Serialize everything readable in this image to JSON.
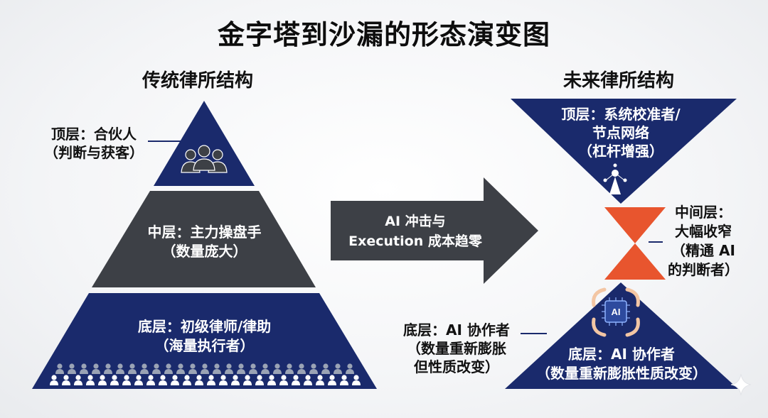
{
  "title": "金字塔到沙漏的形态演变图",
  "traditional": {
    "heading": "传统律所结构",
    "top_label": [
      "顶层：合伙人",
      "（判断与获客）"
    ],
    "middle_label": [
      "中层：主力操盘手",
      "（数量庞大）"
    ],
    "bottom_label": [
      "底层：初级律师/律助",
      "（海量执行者）"
    ],
    "icons": {
      "top": "people-group-icon",
      "bottom": "crowd-icon"
    }
  },
  "arrow": {
    "line1": "AI 冲击与",
    "line2": "Execution 成本趋零"
  },
  "future": {
    "heading": "未来律所结构",
    "top_label": [
      "顶层：系统校准者/",
      "节点网络",
      "（杠杆增强）"
    ],
    "middle_label": [
      "中间层：",
      "大幅收窄",
      "（精通 AI",
      "的判断者）"
    ],
    "bottom_inner_label": [
      "底层：AI 协作者",
      "（数量重新膨胀性质改变）"
    ],
    "bottom_outer_label": [
      "底层：AI 协作者",
      "（数量重新膨胀",
      "但性质改变）"
    ],
    "chip_text": "AI",
    "icons": {
      "top": "network-node-icon",
      "bottom": "ai-chip-hands-icon"
    }
  },
  "colors": {
    "navy": "#1a2a6c",
    "dark_gray": "#3d4046",
    "orange": "#e8552e",
    "arrow_gray": "#3d4046"
  }
}
